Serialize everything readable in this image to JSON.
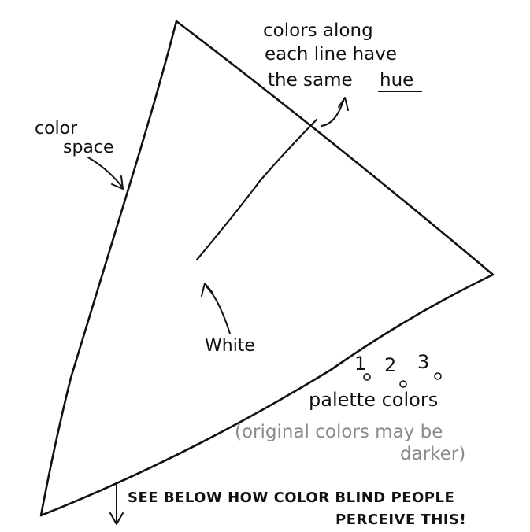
{
  "labels": {
    "color_space_1": "color",
    "color_space_2": "space",
    "hue_line1": "colors along",
    "hue_line2": "each line have",
    "hue_line3_prefix": "the same",
    "hue_line3_word": "hue",
    "white": "White",
    "num1": "1",
    "num2": "2",
    "num3": "3",
    "palette": "palette colors",
    "original_1": "(original colors may be",
    "original_2": "darker)",
    "see_below_1": "SEE BELOW HOW COLOR BLIND PEOPLE",
    "see_below_2": "PERCEIVE THIS!"
  },
  "colors": {
    "ink": "#111111",
    "grey_text": "#8a8a8a",
    "background": "#ffffff"
  }
}
